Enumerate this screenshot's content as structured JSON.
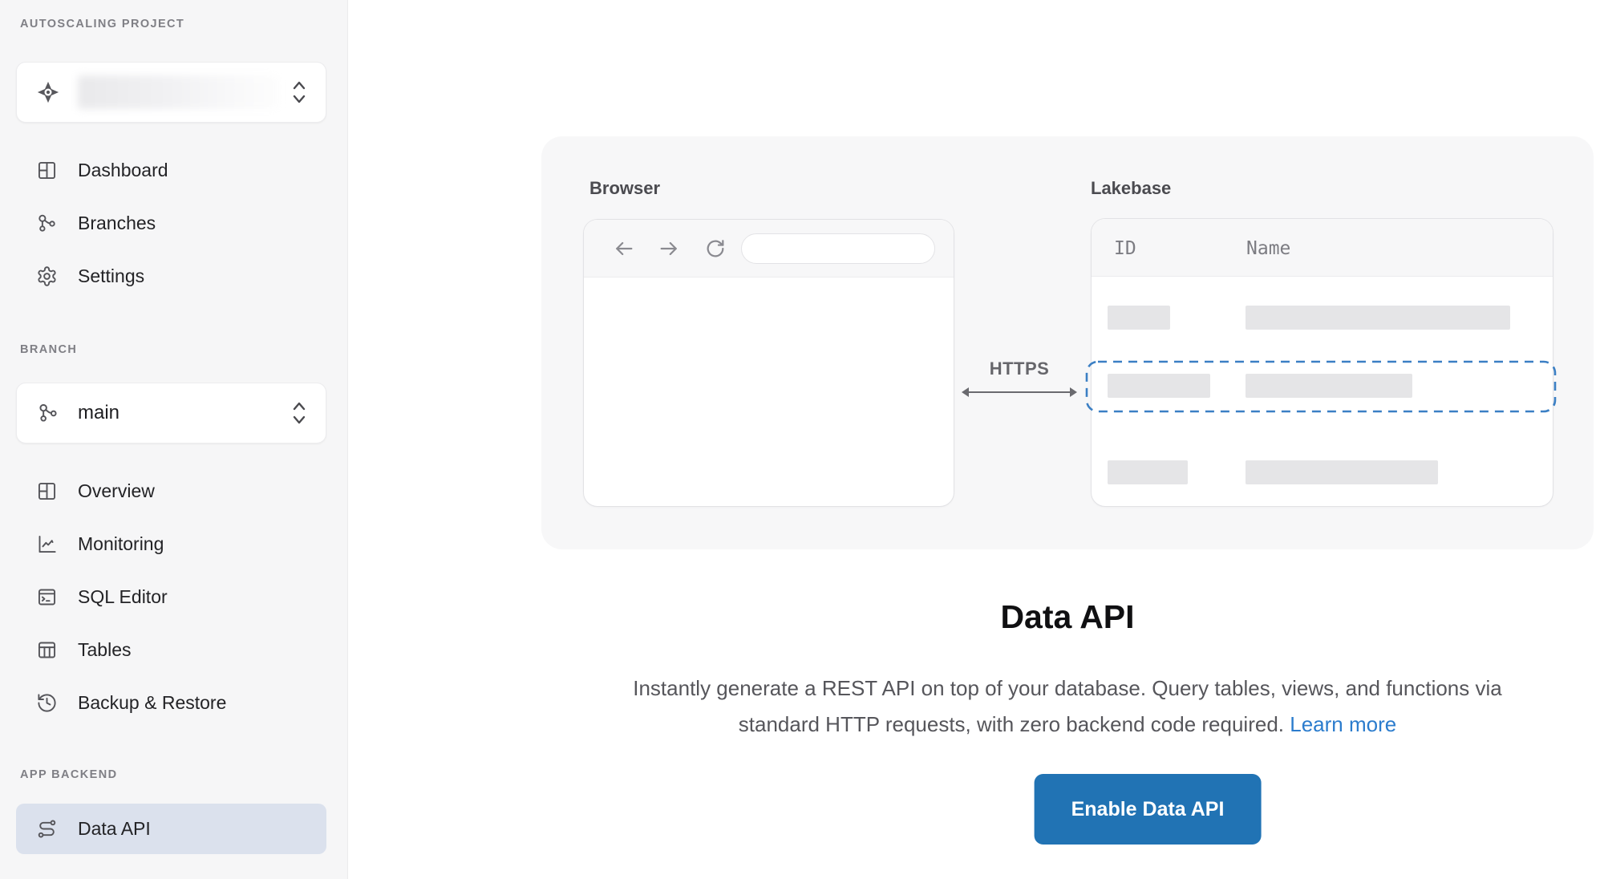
{
  "sidebar": {
    "section_project_label": "AUTOSCALING PROJECT",
    "section_branch_label": "BRANCH",
    "section_backend_label": "APP BACKEND",
    "project_selector": {
      "value_redacted": true,
      "icon": "project-compass-icon"
    },
    "branch_selector": {
      "value": "main",
      "icon": "branch-icon"
    },
    "nav_project": [
      {
        "label": "Dashboard",
        "icon": "dashboard-icon"
      },
      {
        "label": "Branches",
        "icon": "branches-icon"
      },
      {
        "label": "Settings",
        "icon": "gear-icon"
      }
    ],
    "nav_branch": [
      {
        "label": "Overview",
        "icon": "overview-icon"
      },
      {
        "label": "Monitoring",
        "icon": "monitoring-chart-icon"
      },
      {
        "label": "SQL Editor",
        "icon": "sql-editor-icon"
      },
      {
        "label": "Tables",
        "icon": "tables-icon"
      },
      {
        "label": "Backup & Restore",
        "icon": "backup-restore-icon"
      }
    ],
    "nav_backend": [
      {
        "label": "Data API",
        "icon": "data-api-route-icon",
        "selected": true
      }
    ]
  },
  "main": {
    "illustration": {
      "browser_label": "Browser",
      "lakebase_label": "Lakebase",
      "https_label": "HTTPS",
      "table_headers": {
        "id": "ID",
        "name": "Name"
      }
    },
    "title": "Data API",
    "description_line1": "Instantly generate a REST API on top of your database. Query tables, views, and functions via",
    "description_line2": "standard HTTP requests, with zero backend code required.",
    "learn_more_label": "Learn more",
    "enable_button_label": "Enable Data API"
  },
  "colors": {
    "accent_blue": "#2173b4",
    "link_blue": "#2b7ccd",
    "dashed_highlight_blue": "#3b7fc4",
    "selected_item_bg": "#dbe1ed",
    "sidebar_bg": "#f6f6f7",
    "card_bg": "#f7f7f8",
    "placeholder_bar": "#e5e5e7"
  }
}
